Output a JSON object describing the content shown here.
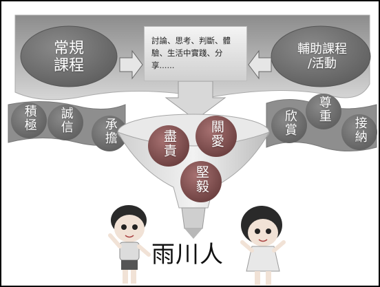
{
  "regular_course": "常規\n課程",
  "activities_text": "討論、思考、判斷、體驗、生活中實踐、分享......",
  "aux_course": "輔助課程\n/活動",
  "left_virtues": [
    "積極",
    "誠信",
    "承擔"
  ],
  "right_virtues": [
    "欣賞",
    "尊重",
    "接納"
  ],
  "funnel_virtues": [
    "盡責",
    "關愛",
    "堅毅"
  ],
  "title": "雨川人",
  "colors": {
    "banner": "#7a7a7a",
    "oval": "#6e6e6e",
    "circle": "#7d4f4f",
    "funnel": "#d9d9d9"
  }
}
